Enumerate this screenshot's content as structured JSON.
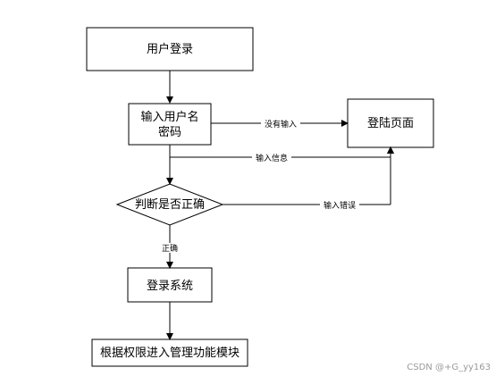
{
  "diagram": {
    "nodes": {
      "login": "用户登录",
      "input_line1": "输入用户名",
      "input_line2": "密码",
      "login_page": "登陆页面",
      "decision": "判断是否正确",
      "system": "登录系统",
      "modules": "根据权限进入管理功能模块"
    },
    "edges": {
      "no_input": "没有输入",
      "input_info": "输入信息",
      "input_error": "输入错误",
      "correct": "正确"
    }
  },
  "watermark": "CSDN @+G_yy163"
}
